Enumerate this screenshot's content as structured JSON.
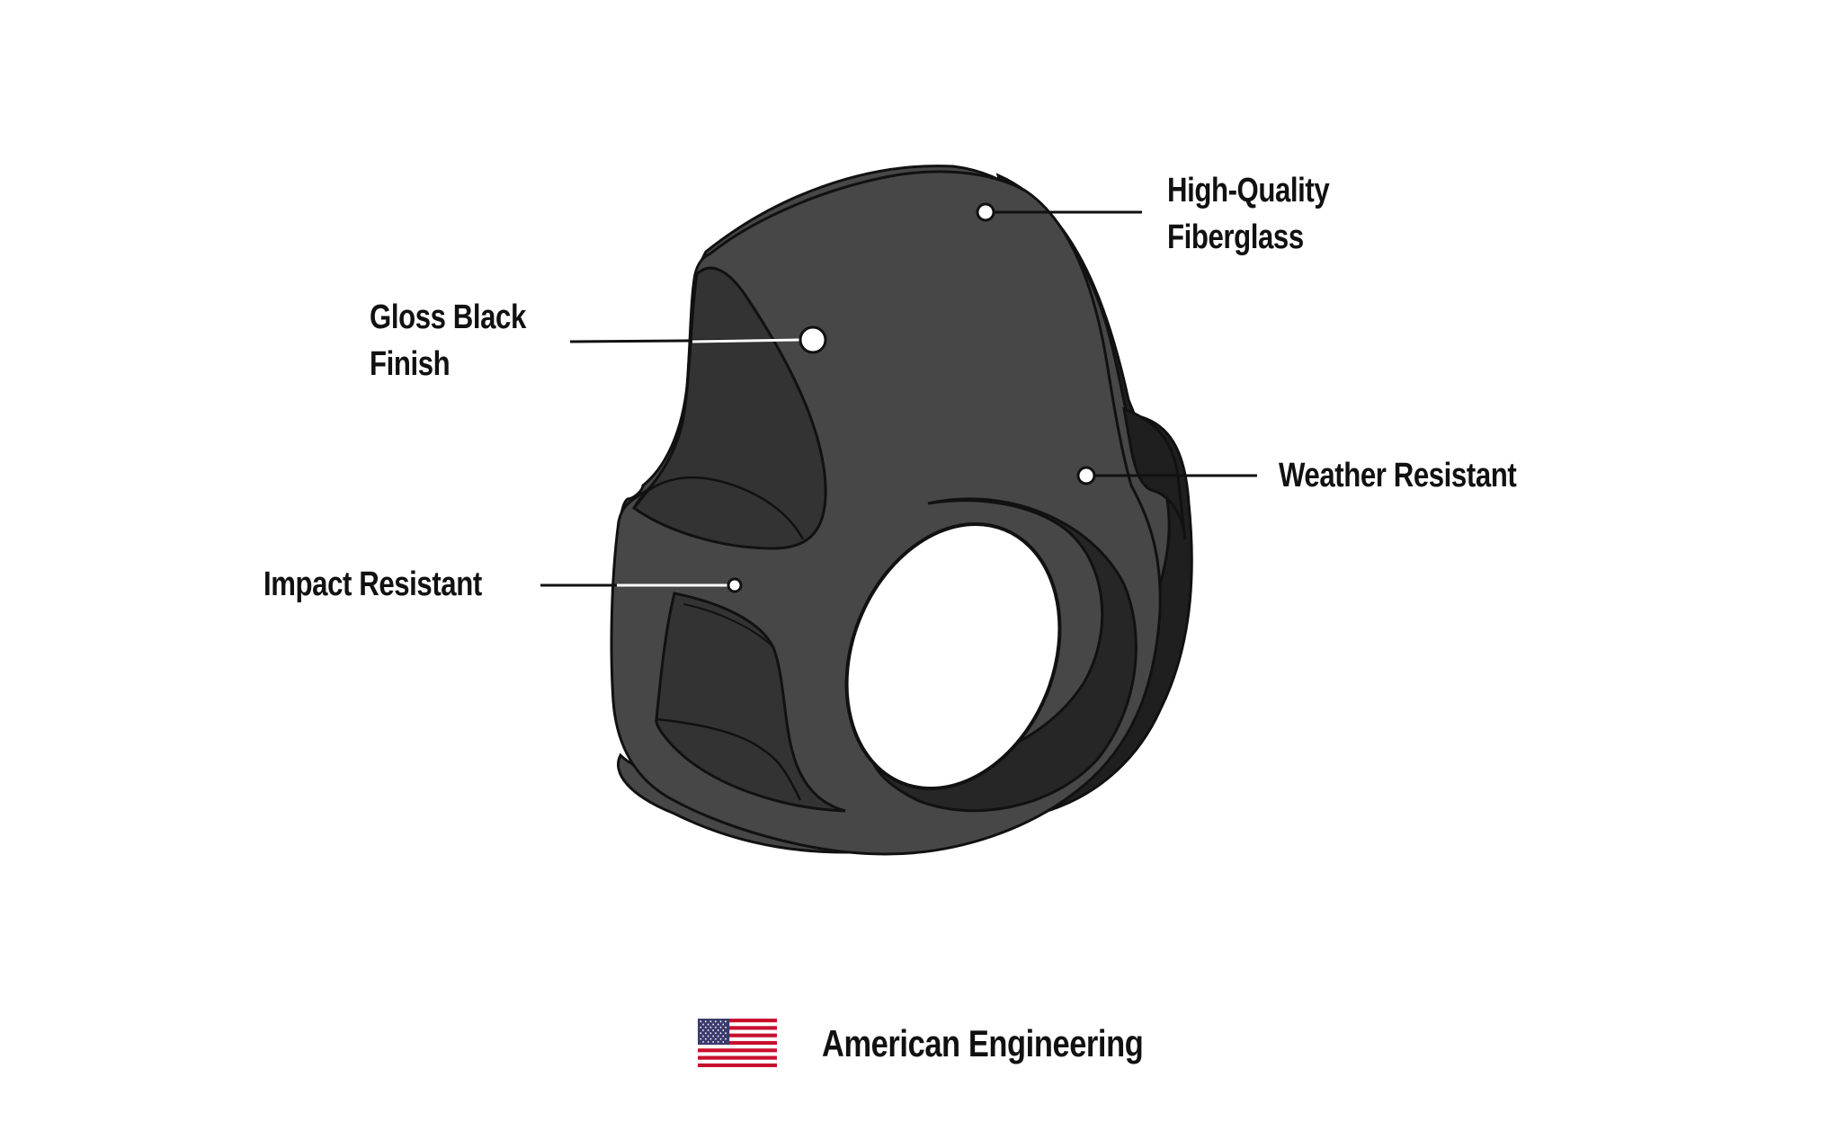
{
  "callouts": {
    "high_quality": {
      "line1": "High-Quality",
      "line2": "Fiberglass"
    },
    "gloss_black": {
      "line1": "Gloss Black",
      "line2": "Finish"
    },
    "weather": {
      "text": "Weather Resistant"
    },
    "impact": {
      "text": "Impact Resistant"
    }
  },
  "footer": {
    "text": "American Engineering",
    "icon": "us-flag-icon"
  },
  "colors": {
    "body": "#474747",
    "body_dark": "#333333",
    "body_darker": "#1f1f1f",
    "outline": "#111111",
    "leader": "#111111",
    "marker_fill": "#ffffff"
  }
}
